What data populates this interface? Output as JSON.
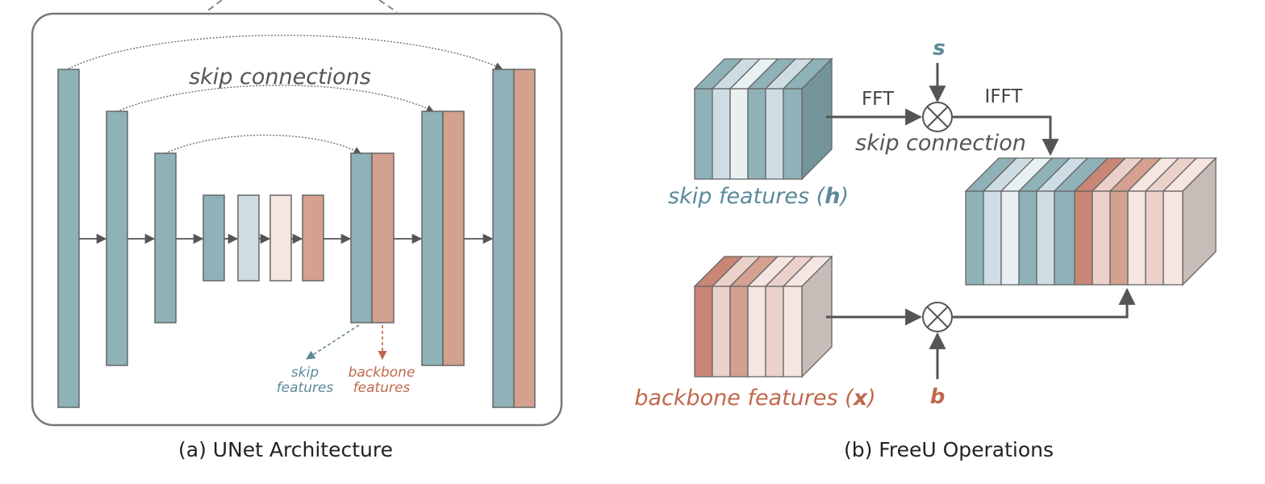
{
  "colors": {
    "skip_teal": "#8fb1b8",
    "skip_light": "#cddde3",
    "skip_lighter": "#e8f0f2",
    "backbone_salmon": "#d4a08f",
    "backbone_deep": "#c98575",
    "backbone_light": "#ecd1cb",
    "backbone_lighter": "#f6e6e2",
    "skip_text": "#5b8a9a",
    "backbone_text": "#c0684d",
    "outline": "#666666",
    "arrow": "#555555"
  },
  "panel_a": {
    "caption": "(a) UNet Architecture",
    "skip_connections_label": "skip connections",
    "skip_features_line1": "skip",
    "skip_features_line2": "features",
    "backbone_features_line1": "backbone",
    "backbone_features_line2": "features"
  },
  "panel_b": {
    "caption": "(b) FreeU Operations",
    "skip_features_label": "skip features (",
    "skip_features_symbol": "h",
    "backbone_features_label": "backbone features (",
    "backbone_features_symbol": "x",
    "close_paren": ")",
    "fft_label": "FFT",
    "ifft_label": "IFFT",
    "skip_connection_label": "skip connection",
    "s_label": "s",
    "b_label": "b",
    "multiply_symbol": "⊗"
  }
}
